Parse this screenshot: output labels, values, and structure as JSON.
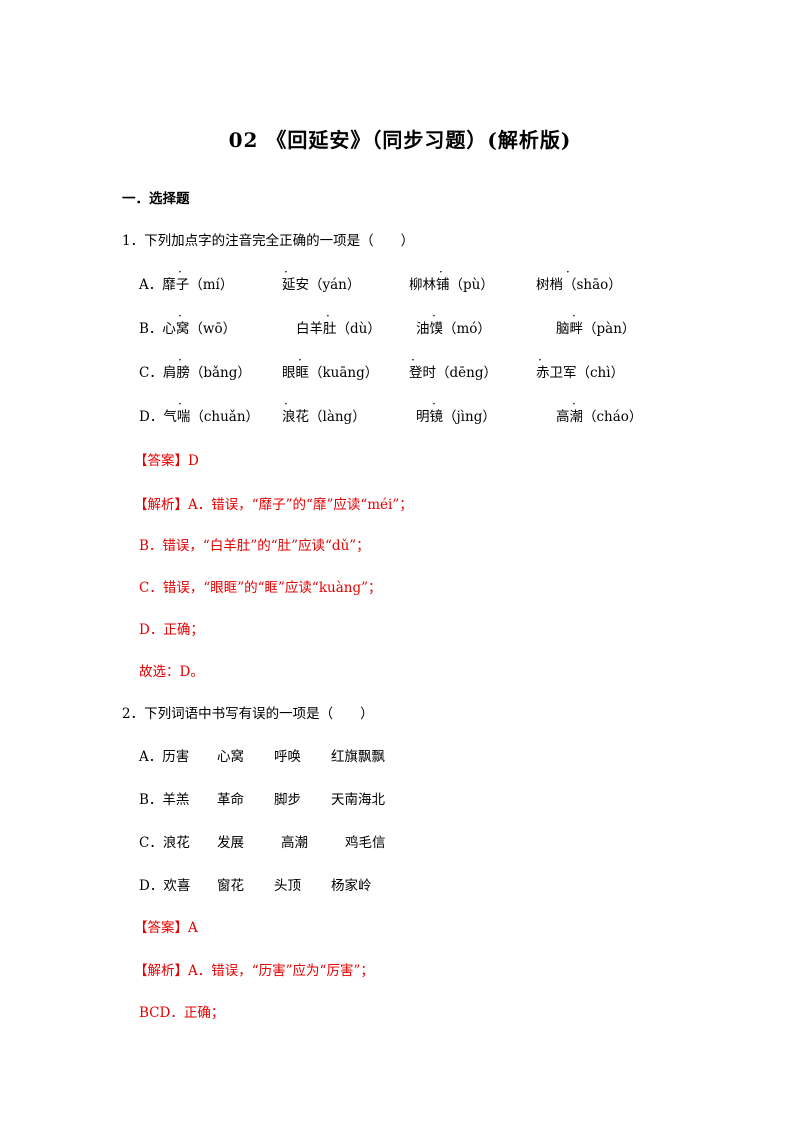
{
  "title": "02 《回延安》（同步习题）(解析版)",
  "section": "一．选择题",
  "q1": {
    "stem": "1．下列加点字的注音完全正确的一项是（　　）",
    "options": [
      [
        "A．靡子（mí）",
        "延安（yán）",
        "柳林铺（pù）",
        "树梢（shāo）"
      ],
      [
        "B．心窝（wō）",
        "白羊肚（dù）",
        "油馍（mó）",
        "脑畔（pàn）"
      ],
      [
        "C．肩膀（bǎng）",
        "眼眶（kuāng）",
        "登时（dēng）",
        "赤卫军（chì）"
      ],
      [
        "D．气喘（chuǎn）",
        "浪花（làng）",
        "明镜（jìng）",
        "高潮（cháo）"
      ]
    ],
    "answer": "【答案】D",
    "analysis": [
      "【解析】A．错误，“靡子”的“靡”应读“méi”；",
      "B．错误，“白羊肚”的“肚”应读“dǔ”；",
      "C．错误，“眼眶”的“眶”应读“kuàng”；",
      "D．正确；",
      "故选：D。"
    ]
  },
  "q2": {
    "stem": "2．下列词语中书写有误的一项是（　　）",
    "options": [
      [
        "A．历害",
        "心窝",
        "呼唤",
        "红旗飘飘"
      ],
      [
        "B．羊羔",
        "革命",
        "脚步",
        "天南海北"
      ],
      [
        "C．浪花",
        "发展",
        "高潮",
        "鸡毛信"
      ],
      [
        "D．欢喜",
        "窗花",
        "头顶",
        "杨家岭"
      ]
    ],
    "answer": "【答案】A",
    "analysis": [
      "【解析】A．错误，“历害”应为“厉害”；",
      "BCD．正确；"
    ]
  }
}
